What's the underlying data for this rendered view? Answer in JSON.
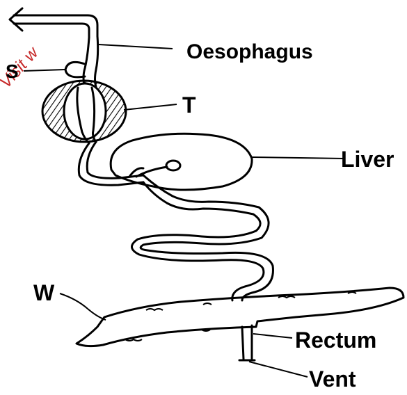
{
  "watermark": "Visit w",
  "watermark_color": "#c62828",
  "labels": {
    "oesophagus": "Oesophagus",
    "s": "S",
    "t": "T",
    "liver": "Liver",
    "w": "W",
    "rectum": "Rectum",
    "vent": "Vent"
  }
}
